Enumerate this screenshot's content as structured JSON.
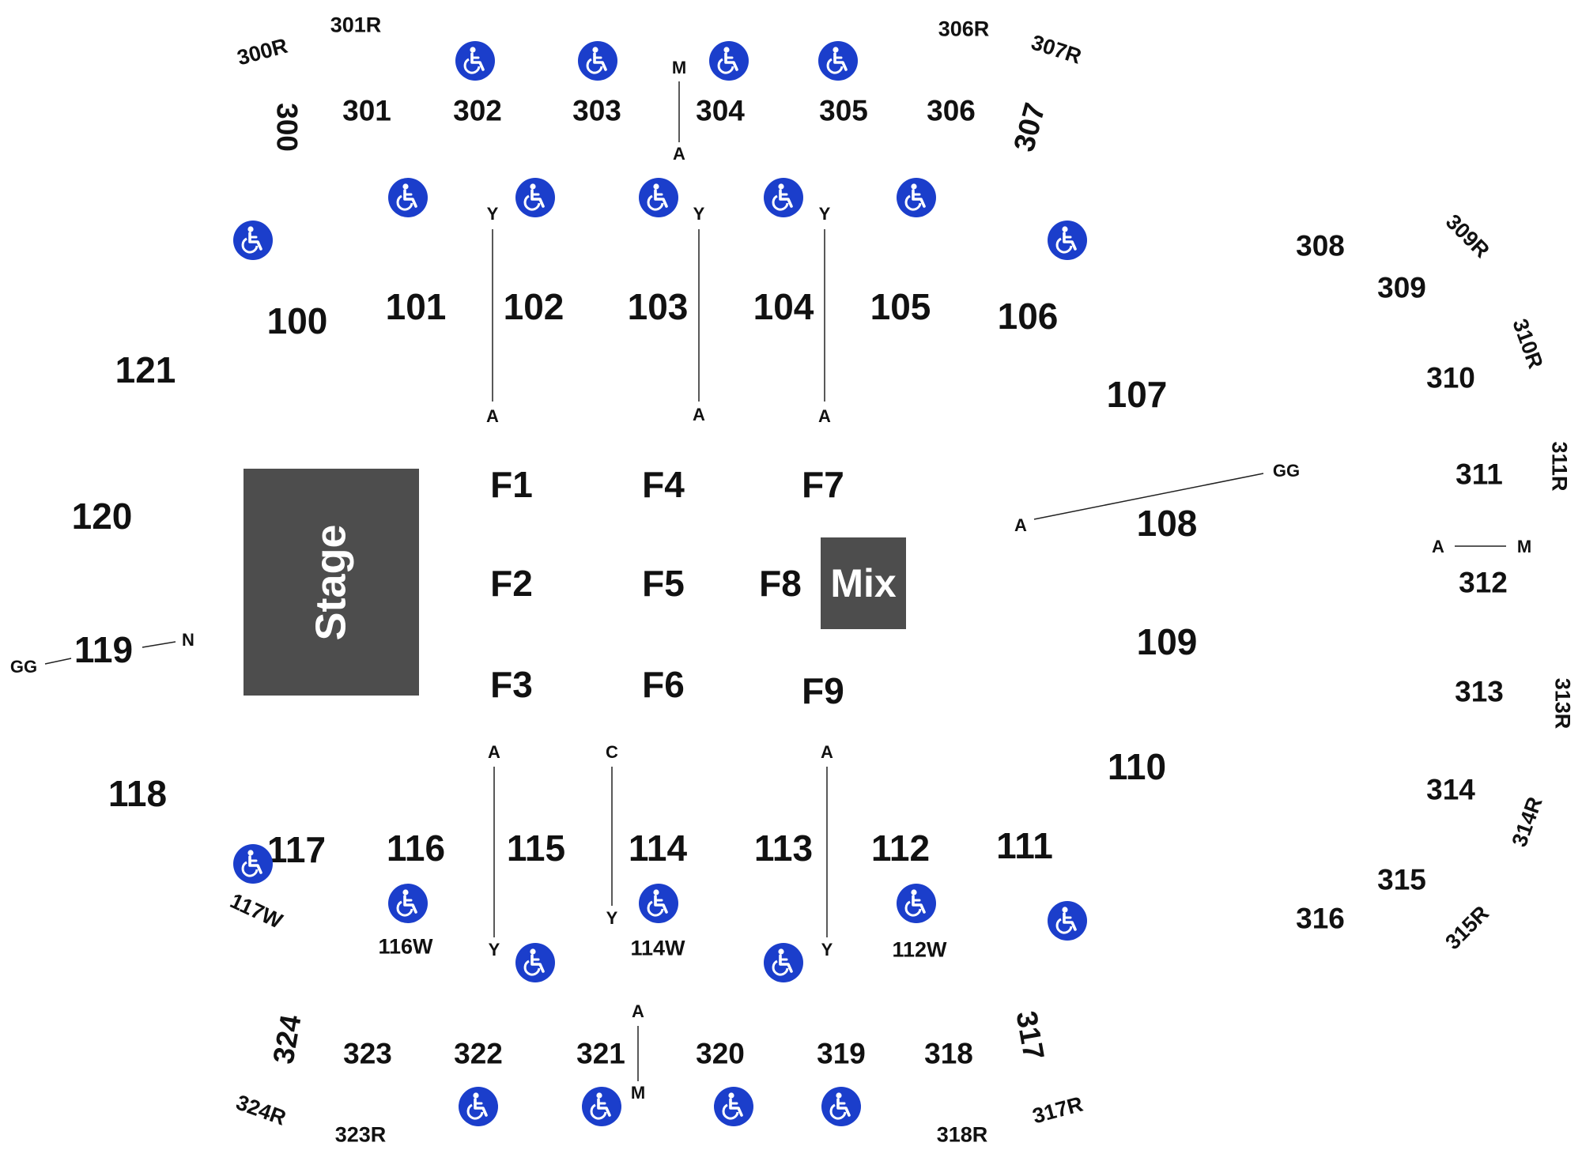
{
  "colors": {
    "background": "#ffffff",
    "text": "#111111",
    "block": "#4d4d4d",
    "accessible": "#1b3ecb"
  },
  "venue": {
    "stage_label": "Stage",
    "mix_label": "Mix"
  },
  "sections": {
    "lower": [
      "100",
      "101",
      "102",
      "103",
      "104",
      "105",
      "106",
      "107",
      "108",
      "109",
      "110",
      "111",
      "112",
      "113",
      "114",
      "115",
      "116",
      "117",
      "118",
      "119",
      "120",
      "121"
    ],
    "upper": [
      "300",
      "301",
      "302",
      "303",
      "304",
      "305",
      "306",
      "307",
      "308",
      "309",
      "310",
      "311",
      "312",
      "313",
      "314",
      "315",
      "316",
      "317",
      "318",
      "319",
      "320",
      "321",
      "322",
      "323",
      "324"
    ],
    "upper_r": [
      "300R",
      "301R",
      "306R",
      "307R",
      "309R",
      "310R",
      "311R",
      "313R",
      "314R",
      "315R",
      "317R",
      "318R",
      "323R",
      "324R"
    ],
    "wheelchair": [
      "117W",
      "116W",
      "114W",
      "112W"
    ],
    "floor": [
      "F1",
      "F2",
      "F3",
      "F4",
      "F5",
      "F6",
      "F7",
      "F8",
      "F9"
    ]
  },
  "aisle_labels": {
    "m": "M",
    "a": "A",
    "y": "Y",
    "c": "C",
    "gg": "GG",
    "n": "N"
  },
  "icons": {
    "accessible": "wheelchair-icon"
  }
}
